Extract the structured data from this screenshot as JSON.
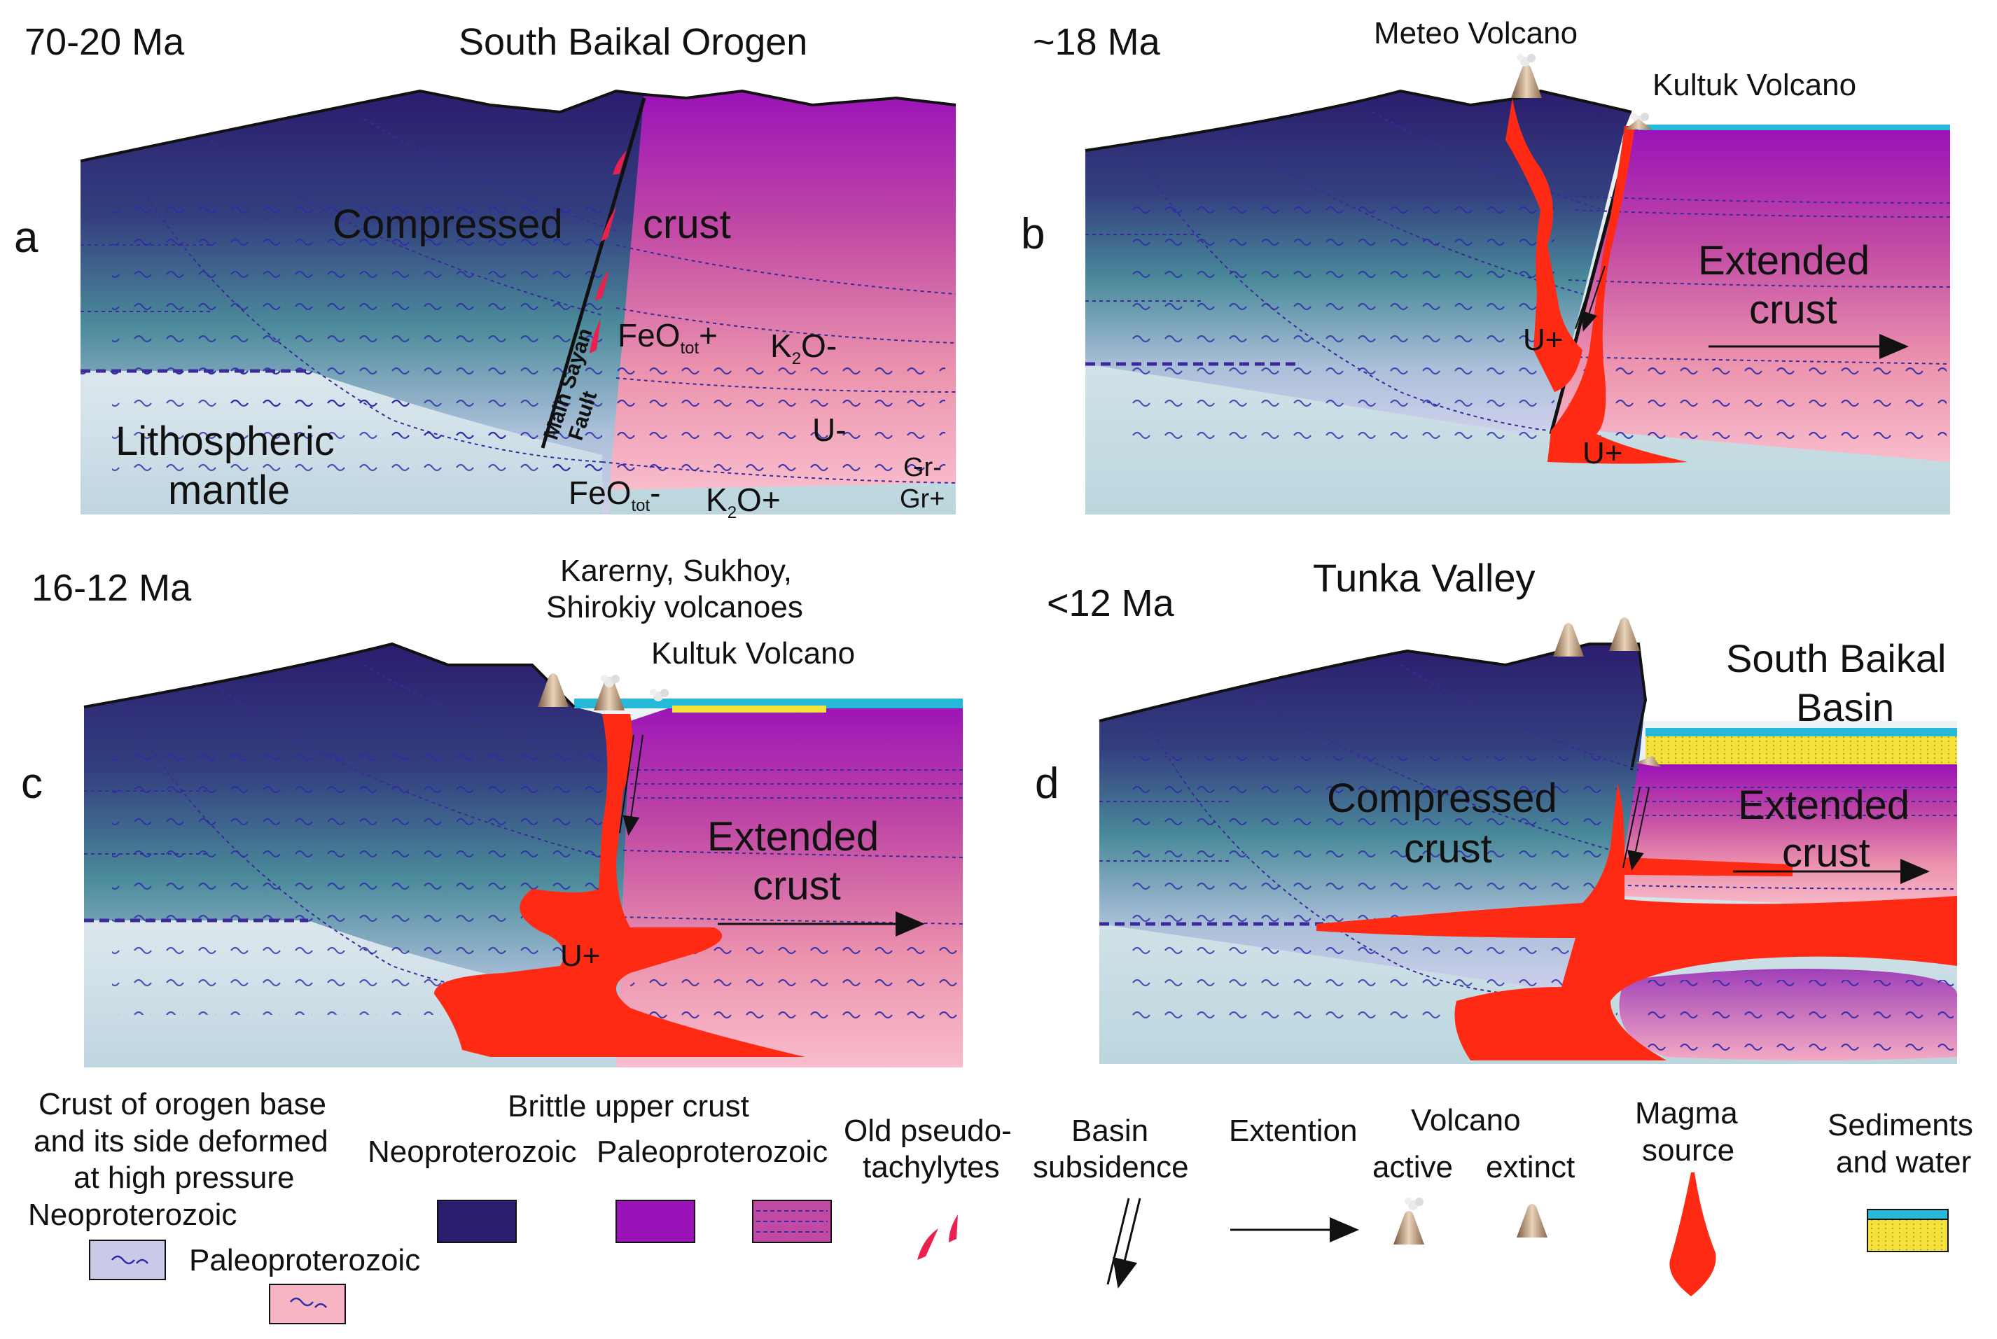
{
  "colors": {
    "neoproterozoic_top": "#2b1d6e",
    "neoproterozoic_mid": "#3d5f8e",
    "neo_base": "#c9c9e8",
    "paleoproterozoic_top": "#9a12b8",
    "paleoproterozoic_mid": "#d24f9a",
    "paleo_base": "#f7b5c4",
    "mantle": "#cfe2e8",
    "magma": "#ff2a14",
    "pseudotachylyte": "#e8214e",
    "water": "#27b9d9",
    "sediment": "#f4e23a",
    "volcano": "#b08a6a",
    "dashed": "#3a2a9a"
  },
  "panel_a": {
    "age": "70-20 Ma",
    "title": "South Baikal Orogen",
    "letter": "a",
    "compressed": "Compressed",
    "crust": "crust",
    "fault_line1": "Main Sayan",
    "fault_line2": "Fault",
    "feo_plus_main": "FeO",
    "feo_plus_sub": "tot",
    "feo_plus_sign": "+",
    "k2o_minus_main": "K",
    "k2o_minus_sub": "2",
    "k2o_minus_rest": "O-",
    "u_minus": "U-",
    "gr_minus": "Gr-",
    "gr_plus": "Gr+",
    "feo_minus_main": "FeO",
    "feo_minus_sub": "tot",
    "feo_minus_sign": "-",
    "k2o_plus_main": "K",
    "k2o_plus_sub": "2",
    "k2o_plus_rest": "O+",
    "mantle_line1": "Lithospheric",
    "mantle_line2": "mantle"
  },
  "panel_b": {
    "age": "~18 Ma",
    "letter": "b",
    "meteo": "Meteo Volcano",
    "kultuk": "Kultuk Volcano",
    "extended": "Extended",
    "crust": "crust",
    "u_plus_1": "U+",
    "u_plus_2": "U+"
  },
  "panel_c": {
    "age": "16-12 Ma",
    "letter": "c",
    "volcanoes_line1": "Karerny, Sukhoy,",
    "volcanoes_line2": "Shirokiy volcanoes",
    "kultuk": "Kultuk Volcano",
    "extended": "Extended",
    "crust": "crust",
    "u_plus": "U+"
  },
  "panel_d": {
    "age": "<12 Ma",
    "title": "Tunka Valley",
    "letter": "d",
    "basin_line1": "South Baikal",
    "basin_line2": "Basin",
    "compressed": "Compressed",
    "crust_left": "crust",
    "extended": "Extended",
    "crust_right": "crust"
  },
  "legend": {
    "orogen_line1": "Crust of orogen base",
    "orogen_line2": "and its side deformed",
    "orogen_line3": "at high pressure",
    "neoproterozoic": "Neoproterozoic",
    "paleoproterozoic": "Paleoproterozoic",
    "brittle": "Brittle upper crust",
    "brittle_neo": "Neoproterozoic",
    "brittle_paleo": "Paleoproterozoic",
    "pseudo_line1": "Old pseudo-",
    "pseudo_line2": "tachylytes",
    "basin_line1": "Basin",
    "basin_line2": "subsidence",
    "extension": "Extention",
    "volcano": "Volcano",
    "active": "active",
    "extinct": "extinct",
    "magma_line1": "Magma",
    "magma_line2": "source",
    "sed_line1": "Sediments",
    "sed_line2": "and water"
  }
}
